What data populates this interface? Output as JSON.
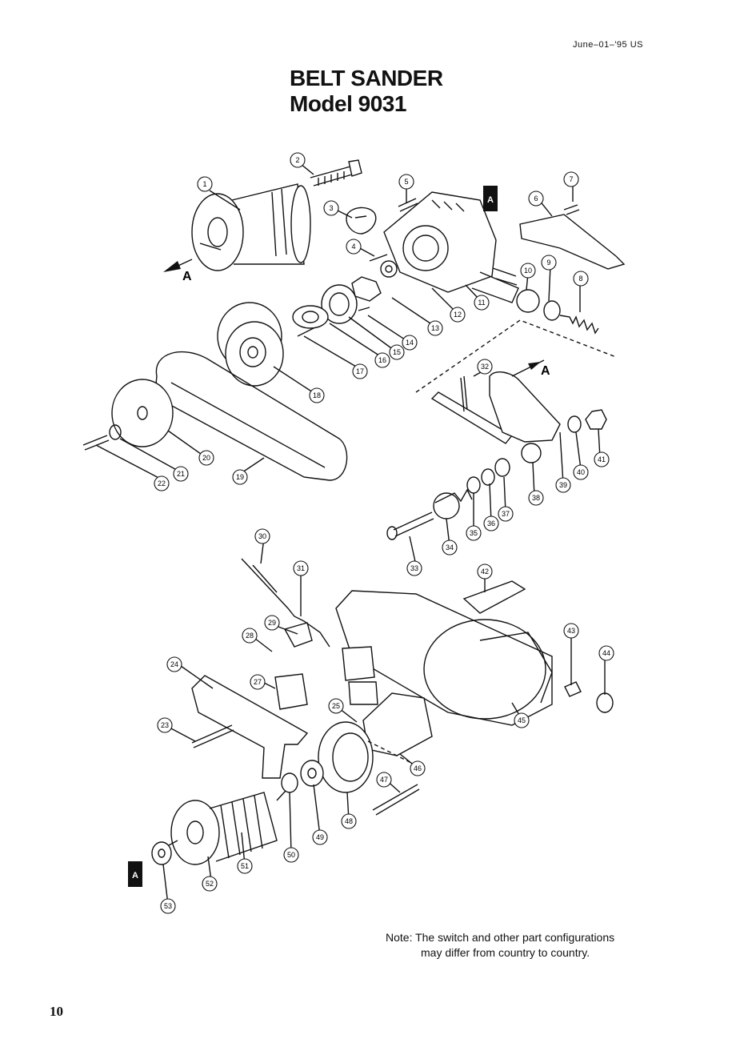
{
  "header": {
    "date": "June–01–'95 US",
    "title_line1": "BELT SANDER",
    "title_line2": "Model 9031"
  },
  "callouts": [
    "1",
    "2",
    "3",
    "4",
    "5",
    "6",
    "7",
    "8",
    "9",
    "10",
    "11",
    "12",
    "13",
    "14",
    "15",
    "16",
    "17",
    "18",
    "19",
    "20",
    "21",
    "22",
    "23",
    "24",
    "25",
    "27",
    "28",
    "29",
    "30",
    "31",
    "32",
    "33",
    "34",
    "35",
    "36",
    "37",
    "38",
    "39",
    "40",
    "41",
    "42",
    "43",
    "44",
    "45",
    "46",
    "47",
    "48",
    "49",
    "50",
    "51",
    "52",
    "53"
  ],
  "markers": {
    "box_label": "A",
    "arrow_label": "A"
  },
  "note": {
    "line1": "Note: The switch and other part configurations",
    "line2": "may differ from country to country."
  },
  "page_number": "10"
}
